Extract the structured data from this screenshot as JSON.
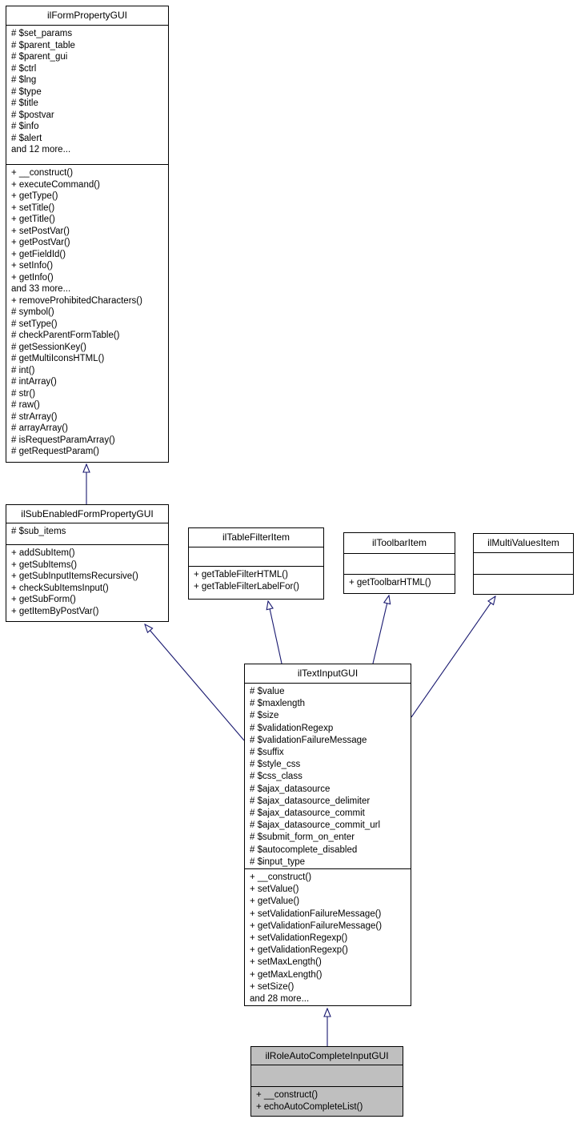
{
  "diagram": {
    "type": "uml-class-inheritance",
    "colors": {
      "background": "#ffffff",
      "node_fill": "#ffffff",
      "node_border": "#000000",
      "text": "#000000",
      "arrow": "#191970",
      "highlighted_node_fill": "#bfbfbf"
    },
    "nodes": [
      {
        "id": "ilFormPropertyGUI",
        "title": "ilFormPropertyGUI",
        "attributes": [
          "# $set_params",
          "# $parent_table",
          "# $parent_gui",
          "# $ctrl",
          "# $lng",
          "# $type",
          "# $title",
          "# $postvar",
          "# $info",
          "# $alert",
          "and 12 more..."
        ],
        "methods": [
          "+ __construct()",
          "+ executeCommand()",
          "+ getType()",
          "+ setTitle()",
          "+ getTitle()",
          "+ setPostVar()",
          "+ getPostVar()",
          "+ getFieldId()",
          "+ setInfo()",
          "+ getInfo()",
          "and 33 more...",
          "+ removeProhibitedCharacters()",
          "# symbol()",
          "# setType()",
          "# checkParentFormTable()",
          "# getSessionKey()",
          "# getMultiIconsHTML()",
          "# int()",
          "# intArray()",
          "# str()",
          "# raw()",
          "# strArray()",
          "# arrayArray()",
          "# isRequestParamArray()",
          "# getRequestParam()"
        ]
      },
      {
        "id": "ilSubEnabledFormPropertyGUI",
        "title": "ilSubEnabledFormPropertyGUI",
        "attributes": [
          "# $sub_items"
        ],
        "methods": [
          "+ addSubItem()",
          "+ getSubItems()",
          "+ getSubInputItemsRecursive()",
          "+ checkSubItemsInput()",
          "+ getSubForm()",
          "+ getItemByPostVar()"
        ]
      },
      {
        "id": "ilTableFilterItem",
        "title": "ilTableFilterItem",
        "attributes": [],
        "methods": [
          "+ getTableFilterHTML()",
          "+ getTableFilterLabelFor()"
        ]
      },
      {
        "id": "ilToolbarItem",
        "title": "ilToolbarItem",
        "attributes": [],
        "methods": [
          "+ getToolbarHTML()"
        ]
      },
      {
        "id": "ilMultiValuesItem",
        "title": "ilMultiValuesItem",
        "attributes": [],
        "methods": []
      },
      {
        "id": "ilTextInputGUI",
        "title": "ilTextInputGUI",
        "attributes": [
          "# $value",
          "# $maxlength",
          "# $size",
          "# $validationRegexp",
          "# $validationFailureMessage",
          "# $suffix",
          "# $style_css",
          "# $css_class",
          "# $ajax_datasource",
          "# $ajax_datasource_delimiter",
          "# $ajax_datasource_commit",
          "# $ajax_datasource_commit_url",
          "# $submit_form_on_enter",
          "# $autocomplete_disabled",
          "# $input_type"
        ],
        "methods": [
          "+ __construct()",
          "+ setValue()",
          "+ getValue()",
          "+ setValidationFailureMessage()",
          "+ getValidationFailureMessage()",
          "+ setValidationRegexp()",
          "+ getValidationRegexp()",
          "+ setMaxLength()",
          "+ getMaxLength()",
          "+ setSize()",
          "and 28 more..."
        ]
      },
      {
        "id": "ilRoleAutoCompleteInputGUI",
        "title": "ilRoleAutoCompleteInputGUI",
        "attributes": [],
        "methods": [
          "+ __construct()",
          "+ echoAutoCompleteList()"
        ]
      }
    ],
    "edges": [
      {
        "child": "ilSubEnabledFormPropertyGUI",
        "parent": "ilFormPropertyGUI"
      },
      {
        "child": "ilTextInputGUI",
        "parent": "ilSubEnabledFormPropertyGUI"
      },
      {
        "child": "ilTextInputGUI",
        "parent": "ilTableFilterItem"
      },
      {
        "child": "ilTextInputGUI",
        "parent": "ilToolbarItem"
      },
      {
        "child": "ilTextInputGUI",
        "parent": "ilMultiValuesItem"
      },
      {
        "child": "ilRoleAutoCompleteInputGUI",
        "parent": "ilTextInputGUI"
      }
    ]
  }
}
